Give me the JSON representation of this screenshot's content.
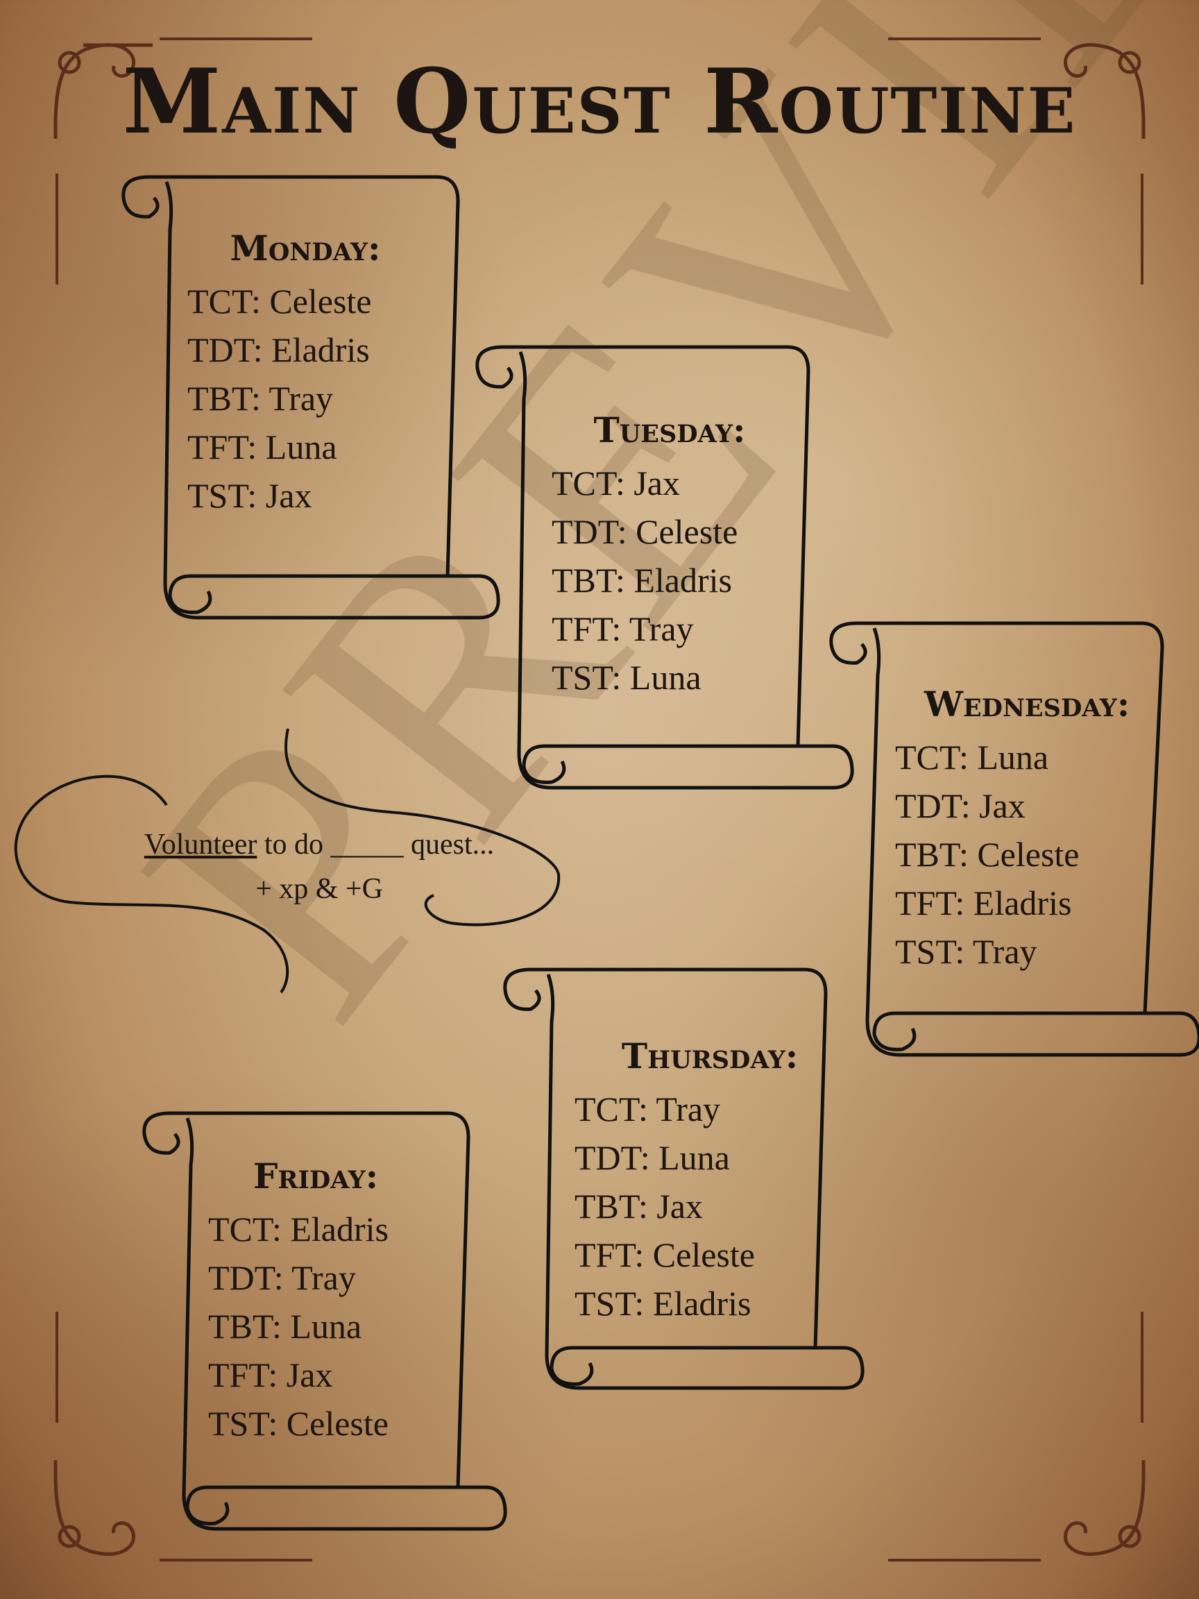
{
  "title": "Main Quest Routine",
  "watermark": "PREVIEW",
  "banner": {
    "volunteer_word": "Volunteer",
    "rest_line": " to do _____ quest...",
    "reward_line": "+ xp & +G"
  },
  "schedule": [
    {
      "day": "Monday:",
      "items": [
        "TCT: Celeste",
        "TDT: Eladris",
        "TBT: Tray",
        "TFT: Luna",
        "TST: Jax"
      ]
    },
    {
      "day": "Tuesday:",
      "items": [
        "TCT: Jax",
        "TDT: Celeste",
        "TBT: Eladris",
        "TFT: Tray",
        "TST: Luna"
      ]
    },
    {
      "day": "Wednesday:",
      "items": [
        "TCT: Luna",
        "TDT: Jax",
        "TBT: Celeste",
        "TFT: Eladris",
        "TST: Tray"
      ]
    },
    {
      "day": "Thursday:",
      "items": [
        "TCT: Tray",
        "TDT: Luna",
        "TBT: Jax",
        "TFT: Celeste",
        "TST: Eladris"
      ]
    },
    {
      "day": "Friday:",
      "items": [
        "TCT: Eladris",
        "TDT: Tray",
        "TBT: Luna",
        "TFT: Jax",
        "TST: Celeste"
      ]
    }
  ]
}
